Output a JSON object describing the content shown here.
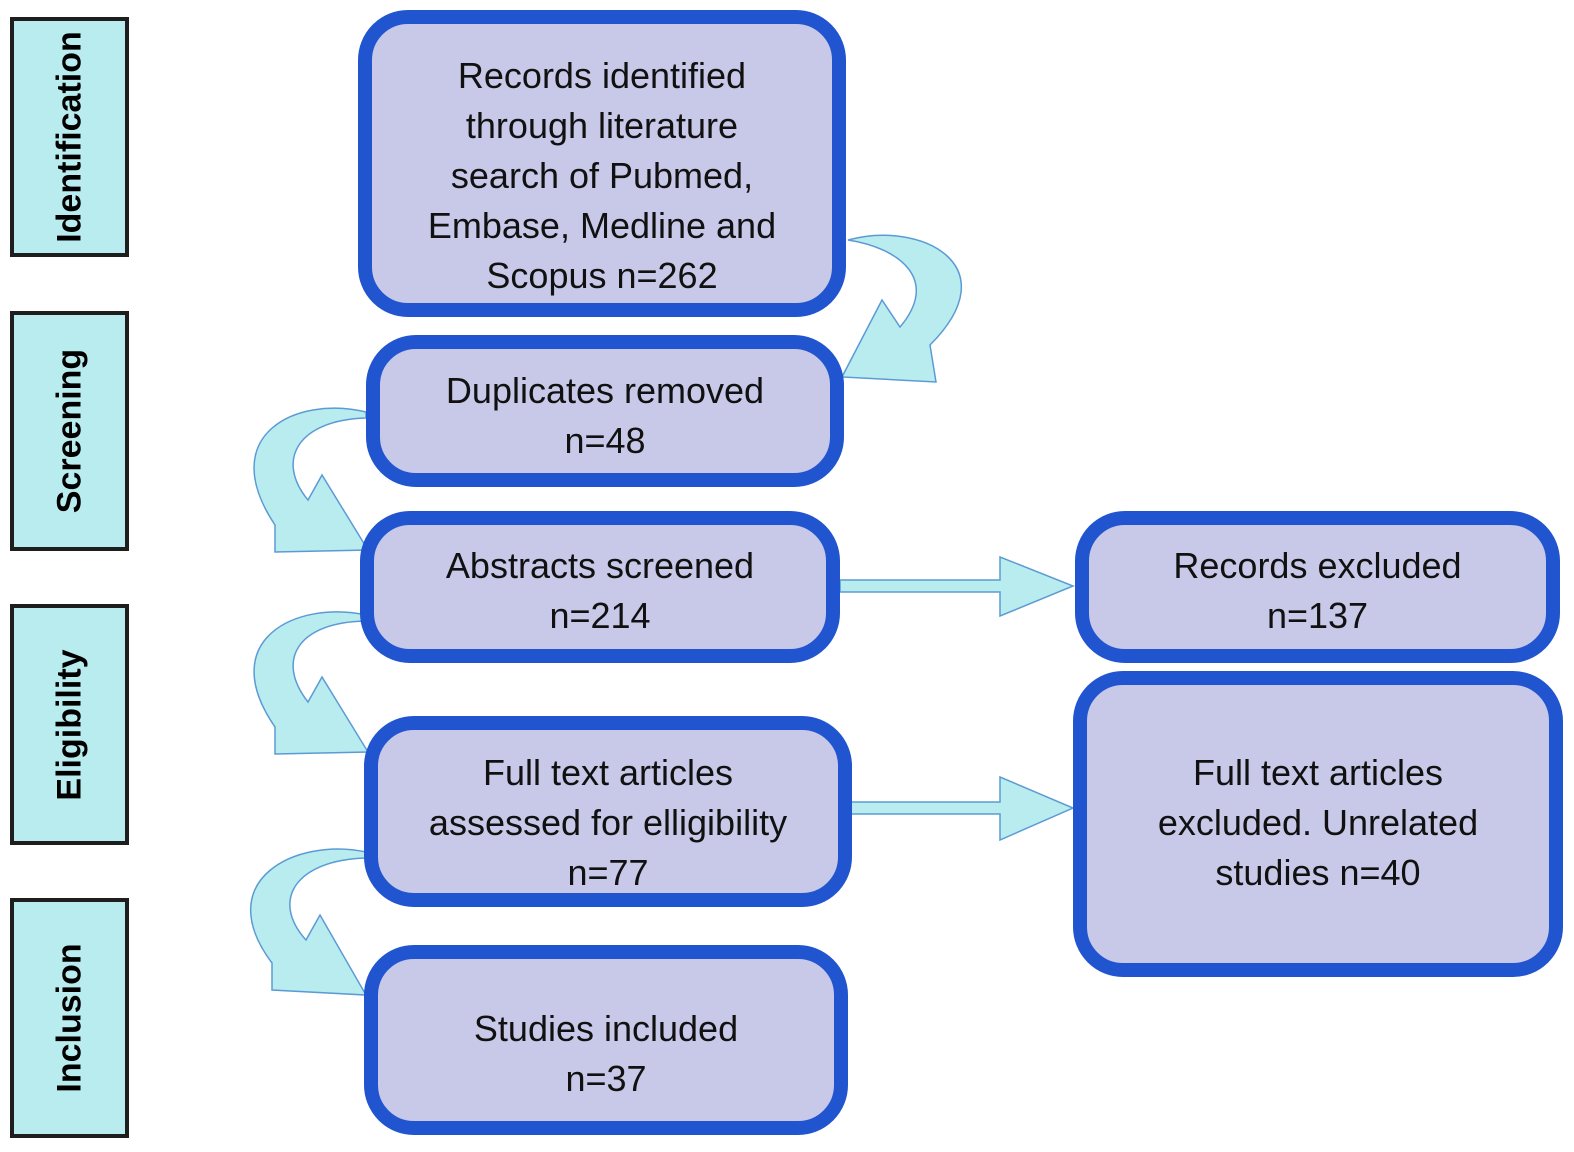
{
  "stages": [
    {
      "id": "identification",
      "label": "Identification"
    },
    {
      "id": "screening",
      "label": "Screening"
    },
    {
      "id": "eligibility",
      "label": "Eligibility"
    },
    {
      "id": "inclusion",
      "label": "Inclusion"
    }
  ],
  "boxes": {
    "records_identified": "Records identified\nthrough literature\nsearch of Pubmed,\nEmbase, Medline and\nScopus n=262",
    "duplicates_removed": "Duplicates removed\nn=48",
    "abstracts_screened": "Abstracts screened\nn=214",
    "records_excluded": "Records excluded\nn=137",
    "full_text_assessed": "Full text articles\nassessed for elligibility\nn=77",
    "full_text_excluded": "Full text articles\nexcluded. Unrelated\nstudies n=40",
    "studies_included": "Studies included\nn=37"
  },
  "colors": {
    "box_fill": "#c8c8e8",
    "box_border": "#2155cf",
    "stage_fill": "#b9ecef",
    "arrow_fill": "#b9ecef",
    "arrow_stroke": "#5b9bd5"
  }
}
